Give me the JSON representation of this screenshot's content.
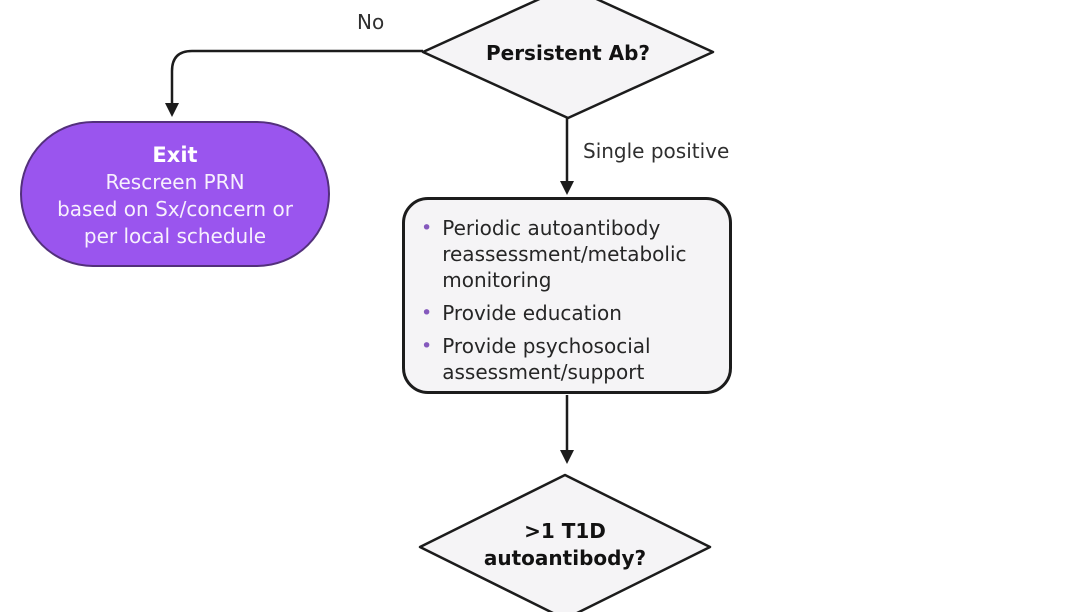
{
  "diagram": {
    "type": "flowchart",
    "colors": {
      "background": "#ffffff",
      "node_fill": "#f5f4f6",
      "node_border": "#1c1c1c",
      "line": "#1c1c1c",
      "text": "#262626",
      "bullet": "#8559bd",
      "label_text": "#2f2f2f",
      "exit_fill": "#9a55ee",
      "exit_border": "#53307c",
      "exit_text": "#f7f0fd"
    },
    "nodes": {
      "decision_top": {
        "type": "decision",
        "label": "Persistent Ab?"
      },
      "exit": {
        "type": "terminator",
        "title": "Exit",
        "lines": [
          "Rescreen PRN",
          "based on Sx/concern or",
          "per local schedule"
        ]
      },
      "actions": {
        "type": "process",
        "bullet_glyph": "•",
        "bullets": [
          "Periodic autoantibody reassessment/metabolic monitoring",
          "Provide education",
          "Provide psychosocial assessment/support"
        ]
      },
      "decision_bottom": {
        "type": "decision",
        "lines": [
          ">1 T1D",
          "autoantibody?"
        ]
      }
    },
    "edges": {
      "no": {
        "from": "decision_top",
        "to": "exit",
        "label": "No"
      },
      "single_positive": {
        "from": "decision_top",
        "to": "actions",
        "label": "Single positive"
      },
      "actions_to_bottom": {
        "from": "actions",
        "to": "decision_bottom",
        "label": ""
      }
    }
  }
}
